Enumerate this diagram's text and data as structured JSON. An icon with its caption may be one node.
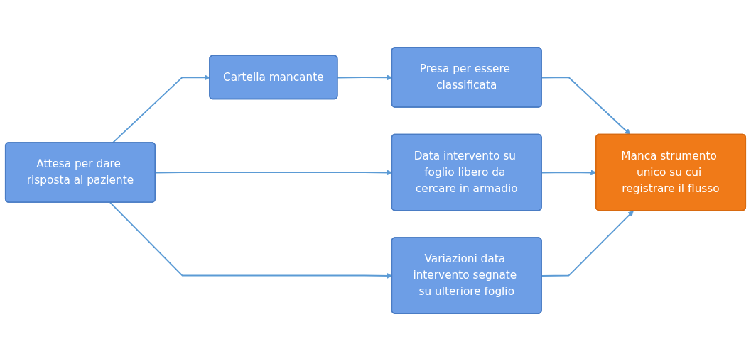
{
  "diagram": {
    "nodes": [
      {
        "text": [
          "Attesa per dare risposta al paziente"
        ]
      },
      {
        "text": [
          "Cartella mancante"
        ]
      },
      {
        "text": [
          "Presa per essere classificata"
        ]
      },
      {
        "text": [
          "Data intervento su foglio libero da cercare in armadio"
        ]
      },
      {
        "text": [
          "Variazioni data intervento segnate su ulteriore foglio"
        ]
      },
      {
        "text": [
          "Manca strumento unico su cui registrare il flusso"
        ]
      }
    ],
    "edges": [
      {
        "from": 0,
        "to": 1,
        "arrow": "to"
      },
      {
        "from": 0,
        "to": 3,
        "arrow": "to"
      },
      {
        "from": 0,
        "to": 4,
        "arrow": "to"
      },
      {
        "from": 1,
        "to": 2,
        "arrow": "to"
      },
      {
        "from": 2,
        "to": 5,
        "arrow": "to"
      },
      {
        "from": 3,
        "to": 5,
        "arrow": "to"
      },
      {
        "from": 4,
        "to": 5,
        "arrow": "to"
      }
    ]
  }
}
